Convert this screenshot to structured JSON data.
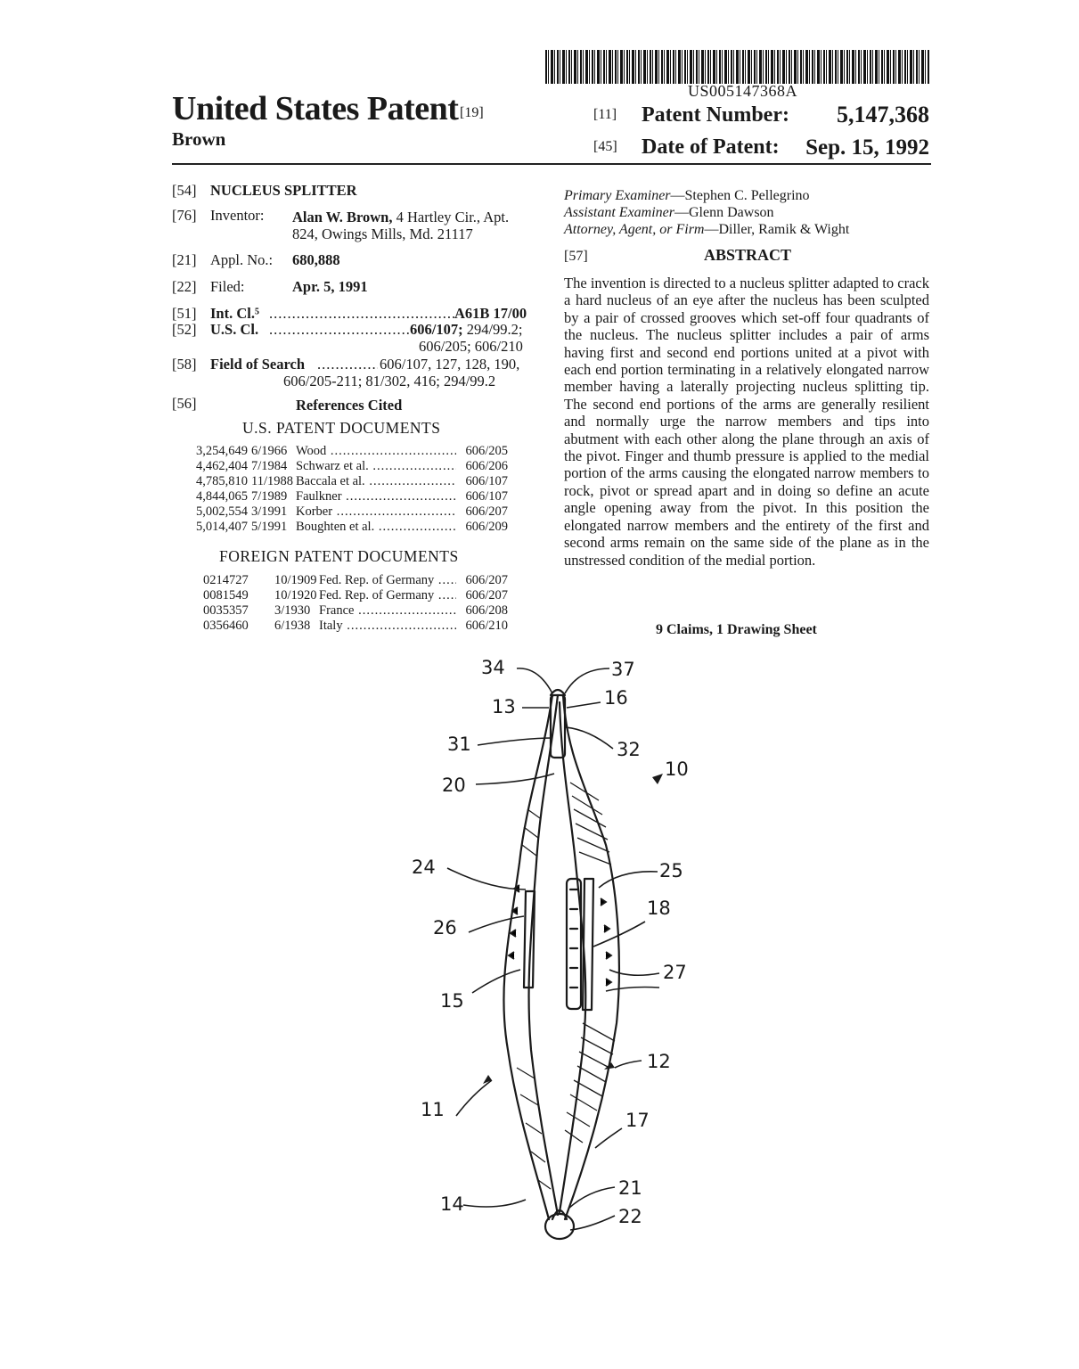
{
  "barcode": {
    "text": "US005147368A"
  },
  "header": {
    "title": "United States Patent",
    "title_code": "[19]",
    "inventor_surname": "Brown",
    "patent_number_code": "[11]",
    "patent_number_label": "Patent Number:",
    "patent_number": "5,147,368",
    "date_code": "[45]",
    "date_label": "Date of Patent:",
    "date": "Sep. 15, 1992"
  },
  "left": {
    "title_code": "[54]",
    "title": "NUCLEUS SPLITTER",
    "inventor_code": "[76]",
    "inventor_label": "Inventor:",
    "inventor_name": "Alan W. Brown,",
    "inventor_addr1": " 4 Hartley Cir., Apt.",
    "inventor_addr2": "824, Owings Mills, Md. 21117",
    "appl_code": "[21]",
    "appl_label": "Appl. No.:",
    "appl_value": "680,888",
    "filed_code": "[22]",
    "filed_label": "Filed:",
    "filed_value": "Apr. 5, 1991",
    "intcl_code": "[51]",
    "intcl_label": "Int. Cl.⁵",
    "intcl_value": "A61B 17/00",
    "uscl_code": "[52]",
    "uscl_label": "U.S. Cl.",
    "uscl_value1": "606/107;",
    "uscl_value1b": " 294/99.2;",
    "uscl_value2": "606/205; 606/210",
    "search_code": "[58]",
    "search_label": "Field of Search",
    "search_value1": "606/107, 127, 128, 190,",
    "search_value2": "606/205-211; 81/302, 416; 294/99.2",
    "refs_code": "[56]",
    "refs_label": "References Cited",
    "us_docs_heading": "U.S. PATENT DOCUMENTS",
    "us_docs": [
      {
        "num": "3,254,649",
        "date": "6/1966",
        "name": "Wood",
        "cls": "606/205"
      },
      {
        "num": "4,462,404",
        "date": "7/1984",
        "name": "Schwarz et al.",
        "cls": "606/206"
      },
      {
        "num": "4,785,810",
        "date": "11/1988",
        "name": "Baccala et al.",
        "cls": "606/107"
      },
      {
        "num": "4,844,065",
        "date": "7/1989",
        "name": "Faulkner",
        "cls": "606/107"
      },
      {
        "num": "5,002,554",
        "date": "3/1991",
        "name": "Korber",
        "cls": "606/207"
      },
      {
        "num": "5,014,407",
        "date": "5/1991",
        "name": "Boughten et al.",
        "cls": "606/209"
      }
    ],
    "foreign_docs_heading": "FOREIGN PATENT DOCUMENTS",
    "foreign_docs": [
      {
        "num": "0214727",
        "date": "10/1909",
        "name": "Fed. Rep. of Germany",
        "cls": "606/207"
      },
      {
        "num": "0081549",
        "date": "10/1920",
        "name": "Fed. Rep. of Germany",
        "cls": "606/207"
      },
      {
        "num": "0035357",
        "date": "3/1930",
        "name": "France",
        "cls": "606/208"
      },
      {
        "num": "0356460",
        "date": "6/1938",
        "name": "Italy",
        "cls": "606/210"
      }
    ]
  },
  "right": {
    "primary_examiner_label": "Primary Examiner",
    "primary_examiner": "—Stephen C. Pellegrino",
    "assistant_examiner_label": "Assistant Examiner",
    "assistant_examiner": "—Glenn Dawson",
    "attorney_label": "Attorney, Agent, or Firm",
    "attorney": "—Diller, Ramik & Wight",
    "abstract_code": "[57]",
    "abstract_heading": "ABSTRACT",
    "abstract_text": "The invention is directed to a nucleus splitter adapted to crack a hard nucleus of an eye after the nucleus has been sculpted by a pair of crossed grooves which set-off four quadrants of the nucleus. The nucleus splitter includes a pair of arms having first and second end portions united at a pivot with each end portion terminating in a relatively elongated narrow member having a laterally projecting nucleus splitting tip. The second end portions of the arms are generally resilient and normally urge the narrow members and tips into abutment with each other along the plane through an axis of the pivot. Finger and thumb pressure is applied to the medial portion of the arms causing the elongated narrow members to rock, pivot or spread apart and in doing so define an acute angle opening away from the pivot. In this position the elongated narrow members and the entirety of the first and second arms remain on the same side of the plane as in the unstressed condition of the medial portion.",
    "claims": "9 Claims, 1 Drawing Sheet"
  },
  "drawing_labels": {
    "l34": "34",
    "l37": "37",
    "l13": "13",
    "l16": "16",
    "l31": "31",
    "l32": "32",
    "l20": "20",
    "l10": "10",
    "l24": "24",
    "l25": "25",
    "l18": "18",
    "l26": "26",
    "l27": "27",
    "l15": "15",
    "l12": "12",
    "l11": "11",
    "l17": "17",
    "l14": "14",
    "l21": "21",
    "l22": "22"
  }
}
